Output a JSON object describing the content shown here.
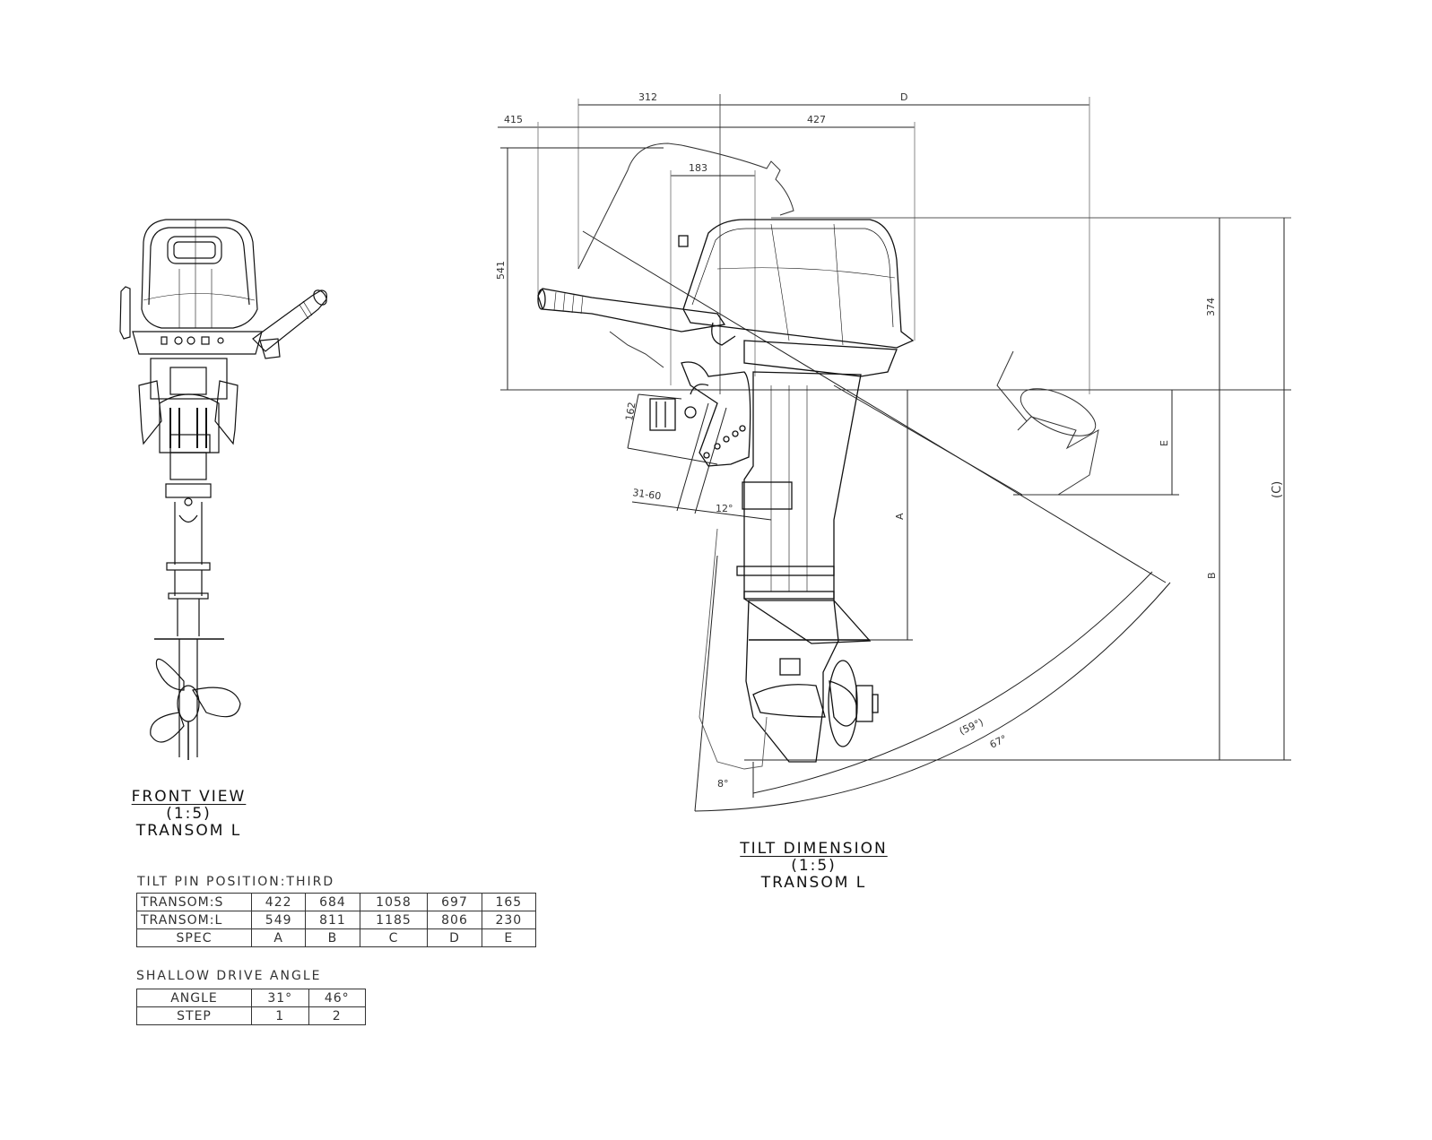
{
  "front_view": {
    "title": "FRONT VIEW",
    "scale": "(1:5)",
    "subtitle": "TRANSOM L"
  },
  "tilt_view": {
    "title": "TILT DIMENSION",
    "scale": "(1:5)",
    "subtitle": "TRANSOM L",
    "dimensions": {
      "d312": "312",
      "dD": "D",
      "d415": "415",
      "d427": "427",
      "d183": "183",
      "d541": "541",
      "d374": "374",
      "d162": "162",
      "d31_60": "31-60",
      "a12": "12°",
      "dE": "E",
      "dA": "A",
      "dB": "B",
      "dC": "(C)",
      "a59": "(59°)",
      "a67": "67°",
      "a8": "8°"
    }
  },
  "tilt_pin_table": {
    "title": "TILT PIN POSITION:THIRD",
    "rows": [
      {
        "label": "TRANSOM:S",
        "values": [
          "422",
          "684",
          "1058",
          "697",
          "165"
        ]
      },
      {
        "label": "TRANSOM:L",
        "values": [
          "549",
          "811",
          "1185",
          "806",
          "230"
        ]
      },
      {
        "label": "SPEC",
        "values": [
          "A",
          "B",
          "C",
          "D",
          "E"
        ]
      }
    ]
  },
  "shallow_drive_table": {
    "title": "SHALLOW DRIVE ANGLE",
    "rows": [
      {
        "label": "ANGLE",
        "values": [
          "31°",
          "46°"
        ]
      },
      {
        "label": "STEP",
        "values": [
          "1",
          "2"
        ]
      }
    ]
  }
}
